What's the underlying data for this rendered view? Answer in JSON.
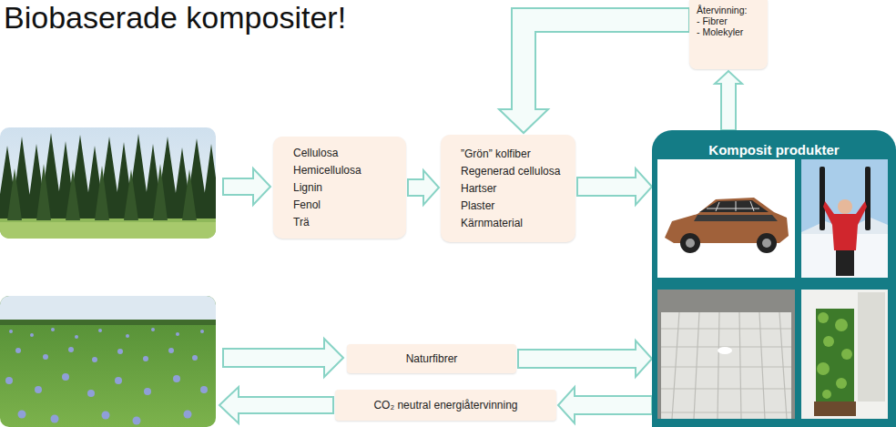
{
  "diagram": {
    "title": "Biobaserade kompositer!",
    "nodes": [
      {
        "text": [
          "Återvinning:",
          "- Fibrer",
          "- Molekyler"
        ]
      },
      {
        "text": [
          "Cellulosa",
          "Hemicellulosa",
          "Lignin",
          "Fenol",
          "Trä"
        ]
      },
      {
        "text": [
          "”Grön” kolfiber",
          "Regenerad cellulosa",
          "Hartser",
          "Plaster",
          "Kärnmaterial"
        ]
      },
      {
        "text": [
          "Komposit produkter"
        ]
      },
      {
        "text": [
          "Naturfibrer"
        ]
      },
      {
        "text": [
          "CO₂ neutral energiåtervinning"
        ]
      }
    ],
    "edges": [
      {
        "from": 1,
        "to": 2,
        "arrow": "to"
      },
      {
        "from": 2,
        "to": 3,
        "arrow": "to"
      },
      {
        "from": 3,
        "to": 0,
        "arrow": "to"
      },
      {
        "from": 0,
        "to": 2,
        "arrow": "to"
      },
      {
        "from": 4,
        "to": 3,
        "arrow": "to"
      },
      {
        "from": 3,
        "to": 5,
        "arrow": "to"
      }
    ]
  }
}
